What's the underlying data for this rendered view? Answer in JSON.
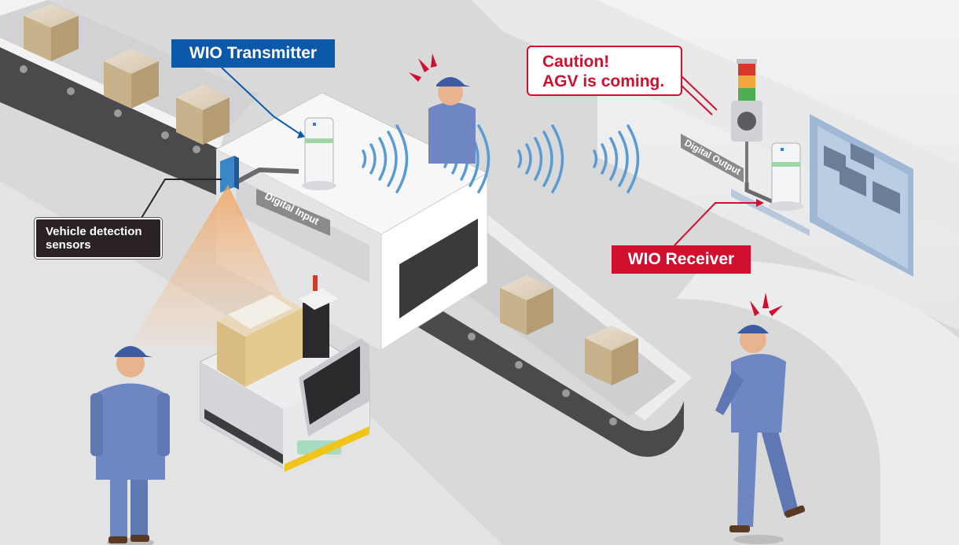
{
  "labels": {
    "wio_transmitter": "WIO Transmitter",
    "wio_receiver": "WIO Receiver",
    "caution_line1": "Caution!",
    "caution_line2": "AGV is coming.",
    "sensor_line1": "Vehicle detection",
    "sensor_line2": "sensors",
    "digital_input": "Digital Input",
    "digital_output": "Digital Output"
  },
  "colors": {
    "transmitter_tag": "#0b59a8",
    "receiver_tag": "#d0102e",
    "caution_text": "#d0102e",
    "signal_waves": "#5b9bd5",
    "sensor_beam": "#f2a25c",
    "worker_uniform": "#6e87c2",
    "floor": "#d9d9da",
    "conveyor_belt": "#4a4a4c"
  },
  "icons": {
    "signal": "wireless-signal-icon",
    "alert": "alert-burst-icon",
    "stack_light": "signal-tower-icon"
  }
}
